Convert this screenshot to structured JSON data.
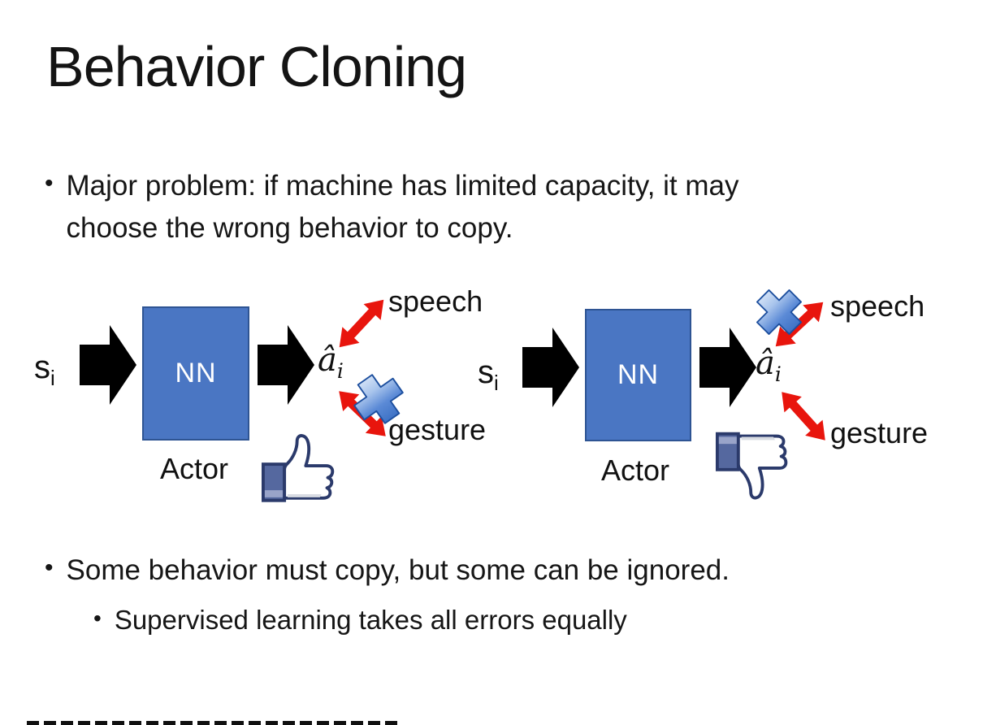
{
  "slide": {
    "title": "Behavior Cloning",
    "bullet_char": "•",
    "bullets": {
      "major": "Major problem: if machine has limited capacity, it may choose the wrong behavior to copy.",
      "some": "Some behavior must copy, but some can be ignored.",
      "supervised": "Supervised learning takes all errors equally"
    }
  },
  "diagram": {
    "left": {
      "input_base": "s",
      "input_sub": "i",
      "nn_label": "NN",
      "actor_label": "Actor",
      "output_base": "â",
      "output_sub": "i",
      "speech_label": "speech",
      "gesture_label": "gesture",
      "crossed_out": "gesture",
      "feedback_icon": "thumbs-up"
    },
    "right": {
      "input_base": "s",
      "input_sub": "i",
      "nn_label": "NN",
      "actor_label": "Actor",
      "output_base": "â",
      "output_sub": "i",
      "speech_label": "speech",
      "gesture_label": "gesture",
      "crossed_out": "speech",
      "feedback_icon": "thumbs-down"
    }
  },
  "colors": {
    "nn_box_fill": "#4a76c3",
    "nn_box_border": "#2e5493",
    "arrow_black": "#000000",
    "arrow_red": "#e8150d",
    "cross_blue": "#3f74c9",
    "thumb_outline": "#2b3a6b",
    "thumb_sleeve": "#55689f"
  }
}
